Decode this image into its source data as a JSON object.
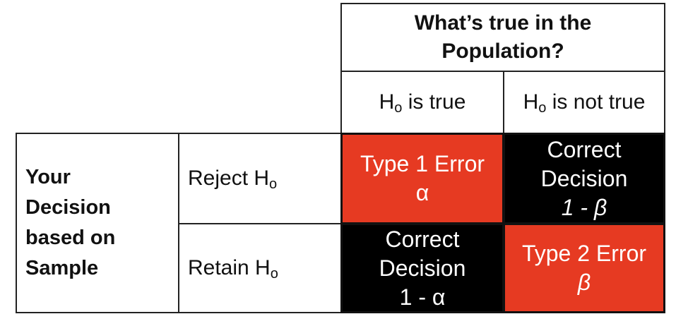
{
  "header": {
    "title_line1": "What’s true in the",
    "title_line2": "Population?"
  },
  "columns": [
    {
      "prefix": "H",
      "subscript": "o",
      "suffix": " is true"
    },
    {
      "prefix": "H",
      "subscript": "o",
      "suffix": " is not true"
    }
  ],
  "row_group_label": "Your\nDecision\nbased on\nSample",
  "rows": [
    {
      "prefix": "Reject H",
      "subscript": "o"
    },
    {
      "prefix": "Retain H",
      "subscript": "o"
    }
  ],
  "cells": {
    "reject_true": {
      "line1": "Type 1 Error",
      "line2": "α"
    },
    "reject_not_true": {
      "line1": "Correct",
      "line2": "Decision",
      "line3": "1 - β"
    },
    "retain_true": {
      "line1": "Correct",
      "line2": "Decision",
      "line3": "1 - α"
    },
    "retain_not_true": {
      "line1": "Type 2 Error",
      "line2": "β"
    }
  },
  "colors": {
    "error": "#e63a22",
    "correct": "#000000"
  }
}
